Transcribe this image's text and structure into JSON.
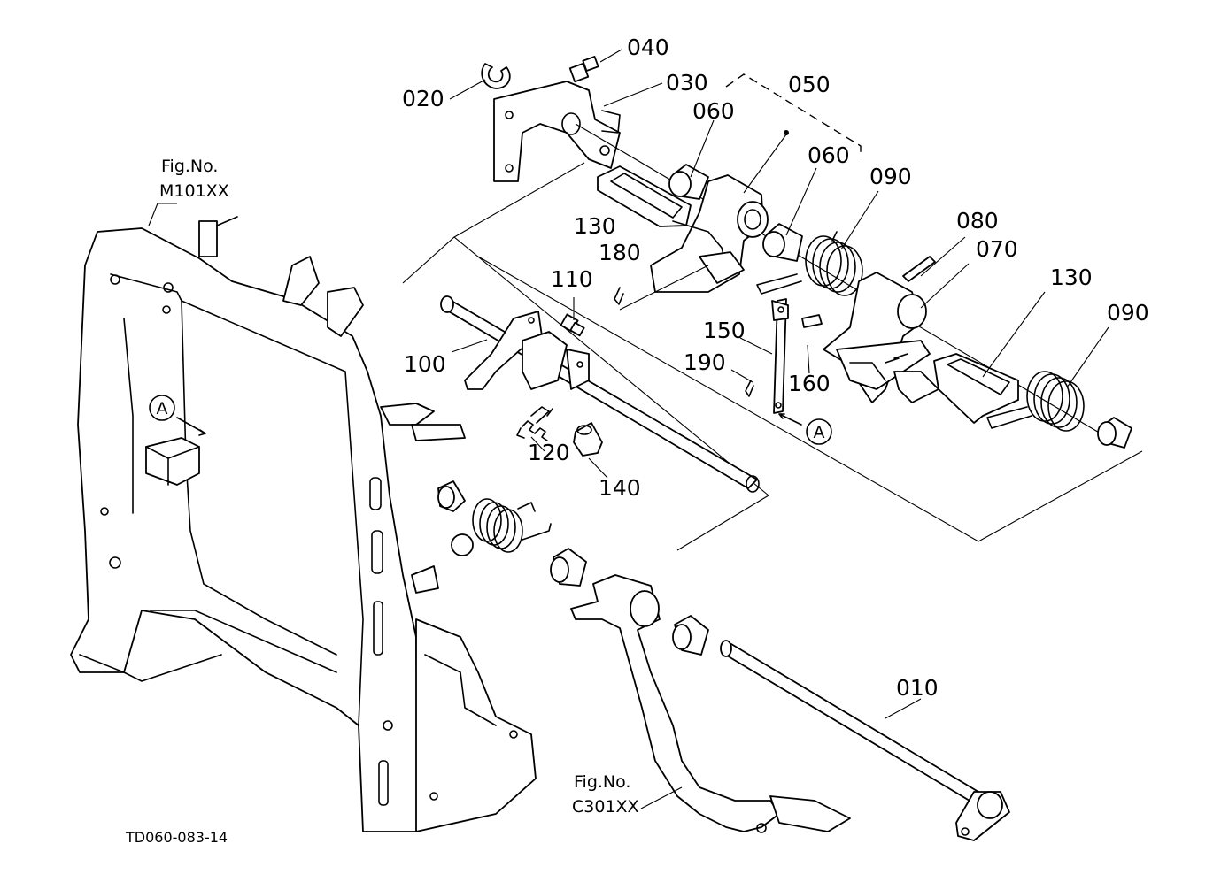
{
  "diagram": {
    "part_labels": [
      {
        "id": "p010",
        "text": "010"
      },
      {
        "id": "p020",
        "text": "020"
      },
      {
        "id": "p030",
        "text": "030"
      },
      {
        "id": "p040",
        "text": "040"
      },
      {
        "id": "p050",
        "text": "050"
      },
      {
        "id": "p060a",
        "text": "060"
      },
      {
        "id": "p060b",
        "text": "060"
      },
      {
        "id": "p070",
        "text": "070"
      },
      {
        "id": "p080",
        "text": "080"
      },
      {
        "id": "p090a",
        "text": "090"
      },
      {
        "id": "p090b",
        "text": "090"
      },
      {
        "id": "p100",
        "text": "100"
      },
      {
        "id": "p110",
        "text": "110"
      },
      {
        "id": "p120",
        "text": "120"
      },
      {
        "id": "p130a",
        "text": "130"
      },
      {
        "id": "p130b",
        "text": "130"
      },
      {
        "id": "p140",
        "text": "140"
      },
      {
        "id": "p150",
        "text": "150"
      },
      {
        "id": "p160",
        "text": "160"
      },
      {
        "id": "p180",
        "text": "180"
      },
      {
        "id": "p190",
        "text": "190"
      }
    ],
    "figure_refs": [
      {
        "id": "m101",
        "line1": "Fig.No.",
        "line2": "M101XX"
      },
      {
        "id": "c301",
        "line1": "Fig.No.",
        "line2": "C301XX"
      }
    ],
    "callouts": [
      {
        "id": "a1",
        "text": "A"
      },
      {
        "id": "a2",
        "text": "A"
      }
    ],
    "drawing_code": "TD060-083-14"
  }
}
